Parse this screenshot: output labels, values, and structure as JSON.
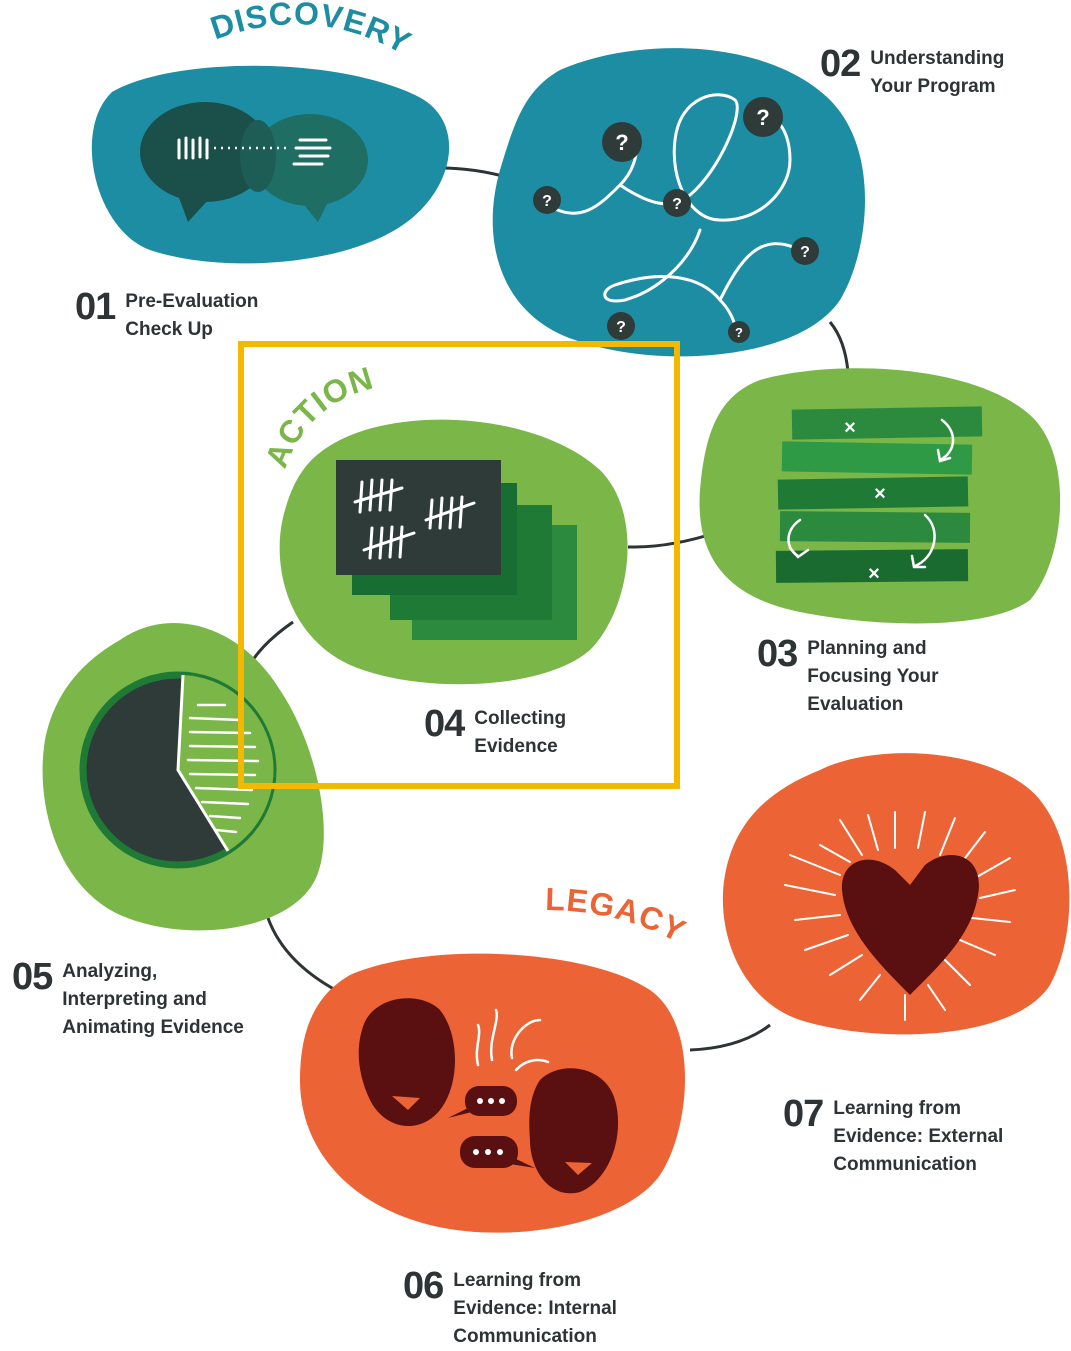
{
  "phases": {
    "discovery": {
      "label": "DISCOVERY",
      "color": "#1c8da3"
    },
    "action": {
      "label": "ACTION",
      "color": "#7ab648"
    },
    "legacy": {
      "label": "LEGACY",
      "color": "#ec6436"
    }
  },
  "steps": [
    {
      "number": "01",
      "lines": [
        "Pre-Evaluation",
        "Check Up"
      ]
    },
    {
      "number": "02",
      "lines": [
        "Understanding",
        "Your Program"
      ]
    },
    {
      "number": "03",
      "lines": [
        "Planning and",
        "Focusing Your",
        "Evaluation"
      ]
    },
    {
      "number": "04",
      "lines": [
        "Collecting",
        "Evidence"
      ]
    },
    {
      "number": "05",
      "lines": [
        "Analyzing,",
        "Interpreting and",
        "Animating Evidence"
      ]
    },
    {
      "number": "06",
      "lines": [
        "Learning from",
        "Evidence: Internal",
        "Communication"
      ]
    },
    {
      "number": "07",
      "lines": [
        "Learning from",
        "Evidence: External",
        "Communication"
      ]
    }
  ],
  "highlight": {
    "step": "04",
    "color": "#f5b800"
  },
  "icons": {
    "question_mark": "?",
    "cross_mark": "×"
  },
  "colors": {
    "teal": "#1c8da3",
    "green": "#7ab648",
    "dark_green": "#2b8a3e",
    "orange": "#ec6436",
    "dark_slate": "#2f3b39",
    "maroon": "#5a1010",
    "text": "#2e3335"
  }
}
